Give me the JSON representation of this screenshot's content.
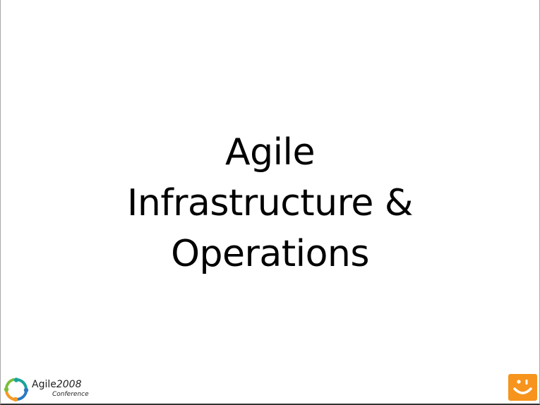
{
  "slide": {
    "title_lines": [
      "Agile",
      "Infrastructure &",
      "Operations"
    ]
  },
  "footer": {
    "logo_name": "Agile",
    "logo_year": "2008",
    "logo_subtitle": "Conference",
    "logo_icon": "agile-conference-logo-icon",
    "badge_icon": "smiley-face-icon"
  },
  "colors": {
    "badge": "#f7941d",
    "logo_teal": "#1aa39b",
    "logo_blue": "#2b79c2",
    "logo_orange": "#f39a23",
    "logo_green": "#7bbf3a"
  }
}
